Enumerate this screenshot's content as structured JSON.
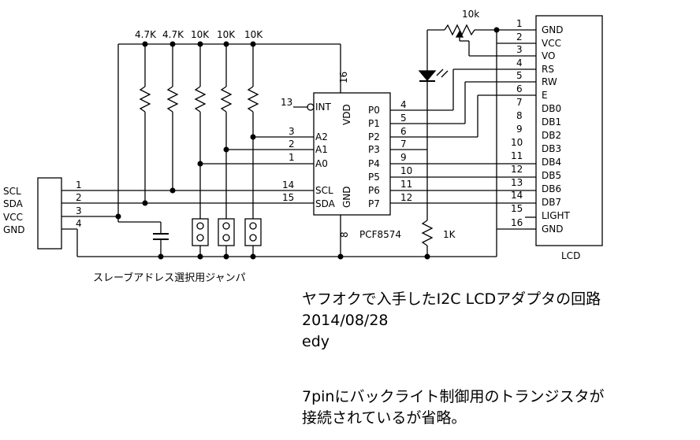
{
  "connector_left": {
    "pins": [
      {
        "signal": "SCL",
        "num": "1"
      },
      {
        "signal": "SDA",
        "num": "2"
      },
      {
        "signal": "VCC",
        "num": "3"
      },
      {
        "signal": "GND",
        "num": "4"
      }
    ]
  },
  "resistors_top": [
    "4.7K",
    "4.7K",
    "10K",
    "10K",
    "10K"
  ],
  "jumper_label": "スレーブアドレス選択用ジャンパ",
  "ic": {
    "name": "PCF8574",
    "left_pins": [
      {
        "name": "INT",
        "num": "13"
      },
      {
        "name": "A2",
        "num": "3"
      },
      {
        "name": "A1",
        "num": "2"
      },
      {
        "name": "A0",
        "num": "1"
      },
      {
        "name": "SCL",
        "num": "14"
      },
      {
        "name": "SDA",
        "num": "15"
      }
    ],
    "right_pins": [
      {
        "name": "P0",
        "num": "4"
      },
      {
        "name": "P1",
        "num": "5"
      },
      {
        "name": "P2",
        "num": "6"
      },
      {
        "name": "P3",
        "num": "7"
      },
      {
        "name": "P4",
        "num": "9"
      },
      {
        "name": "P5",
        "num": "10"
      },
      {
        "name": "P6",
        "num": "11"
      },
      {
        "name": "P7",
        "num": "12"
      }
    ],
    "vdd_label": "VDD",
    "vdd_num": "16",
    "gnd_label": "GND",
    "gnd_num": "8"
  },
  "pot_label": "10k",
  "resistor_1k": "1K",
  "lcd": {
    "title": "LCD",
    "pins": [
      {
        "num": "1",
        "name": "GND"
      },
      {
        "num": "2",
        "name": "VCC"
      },
      {
        "num": "3",
        "name": "VO"
      },
      {
        "num": "4",
        "name": "RS"
      },
      {
        "num": "5",
        "name": "RW"
      },
      {
        "num": "6",
        "name": "E"
      },
      {
        "num": "7",
        "name": "DB0"
      },
      {
        "num": "8",
        "name": "DB1"
      },
      {
        "num": "9",
        "name": "DB2"
      },
      {
        "num": "10",
        "name": "DB3"
      },
      {
        "num": "11",
        "name": "DB4"
      },
      {
        "num": "12",
        "name": "DB5"
      },
      {
        "num": "13",
        "name": "DB6"
      },
      {
        "num": "14",
        "name": "DB7"
      },
      {
        "num": "15",
        "name": "LIGHT"
      },
      {
        "num": "16",
        "name": "GND"
      }
    ]
  },
  "notes": {
    "title": "ヤフオクで入手したI2C LCDアダプタの回路",
    "date": "2014/08/28",
    "author": "edy",
    "remark_line1": "7pinにバックライト制御用のトランジスタが",
    "remark_line2": "接続されているが省略。"
  }
}
